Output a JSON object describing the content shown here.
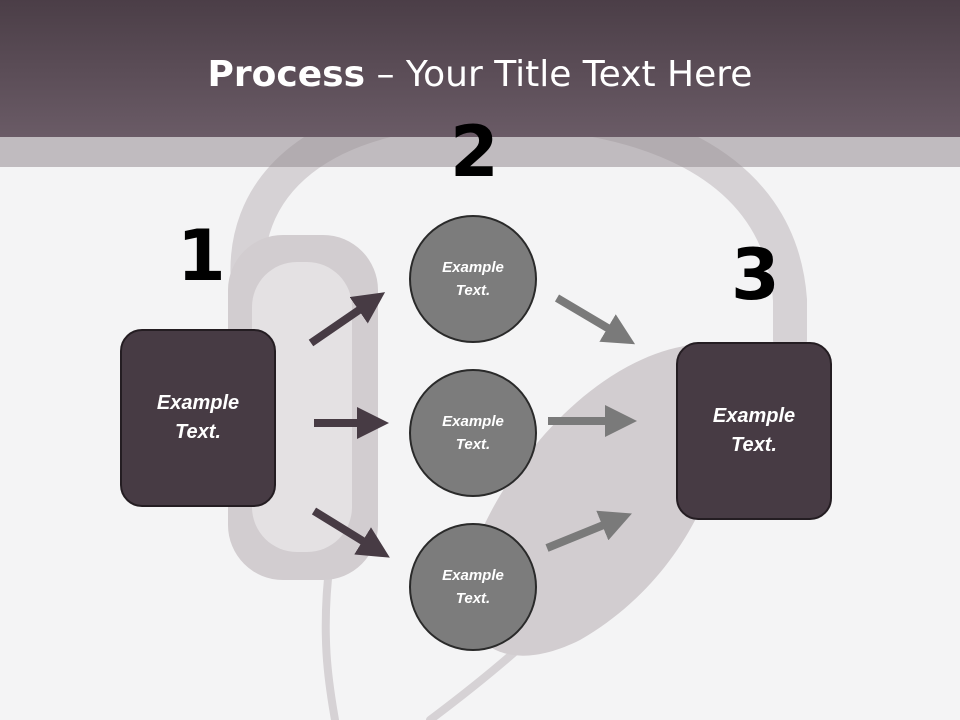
{
  "slide": {
    "title_bold": "Process",
    "title_rest": " – Your Title Text Here"
  },
  "steps": {
    "one": {
      "number": "1",
      "label_line1": "Example",
      "label_line2": "Text."
    },
    "two": {
      "number": "2"
    },
    "three": {
      "number": "3",
      "label_line1": "Example",
      "label_line2": "Text."
    }
  },
  "circles": [
    {
      "label_line1": "Example",
      "label_line2": "Text."
    },
    {
      "label_line1": "Example",
      "label_line2": "Text."
    },
    {
      "label_line1": "Example",
      "label_line2": "Text."
    }
  ],
  "colors": {
    "header": "#5a4c56",
    "box_fill": "#473b44",
    "circle_fill": "#7c7c7c",
    "dark_arrow": "#473b44",
    "grey_arrow": "#7a7a7a"
  },
  "background_image": "headphones-icon"
}
